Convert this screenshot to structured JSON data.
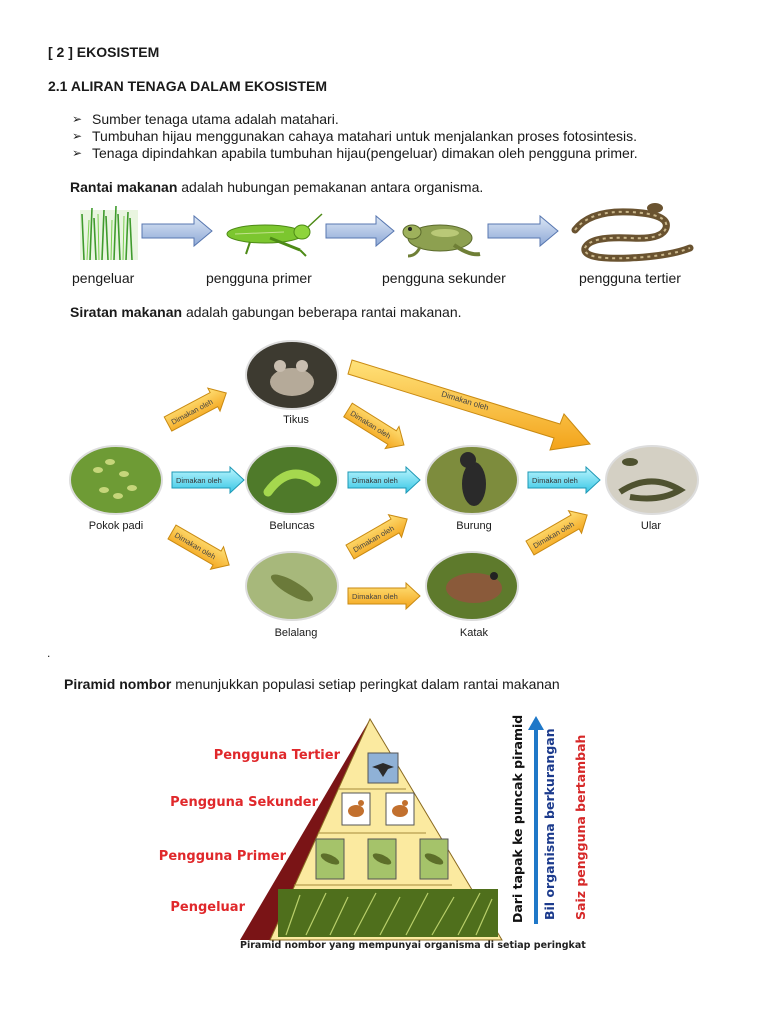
{
  "section_title": "[ 2 ]  EKOSISTEM",
  "subsection_title": "2.1  ALIRAN TENAGA DALAM EKOSISTEM",
  "bullets": [
    "Sumber tenaga utama adalah matahari.",
    "Tumbuhan hijau menggunakan cahaya matahari untuk menjalankan proses fotosintesis.",
    "Tenaga dipindahkan apabila tumbuhan hijau(pengeluar) dimakan oleh pengguna primer."
  ],
  "rantai": {
    "term": "Rantai makanan",
    "definition": " adalah hubungan pemakanan antara organisma.",
    "labels": [
      "pengeluar",
      "pengguna primer",
      "pengguna sekunder",
      "pengguna tertier"
    ]
  },
  "siratan": {
    "term": "Siratan makanan",
    "definition": " adalah gabungan beberapa rantai makanan.",
    "organisms": {
      "tikus": "Tikus",
      "padi": "Pokok padi",
      "beluncas": "Beluncas",
      "burung": "Burung",
      "ular": "Ular",
      "belalang": "Belalang",
      "katak": "Katak"
    },
    "arrow_label": "Dimakan oleh"
  },
  "stray_mark": ".",
  "piramid": {
    "term": "Piramid nombor",
    "definition": " menunjukkan populasi setiap peringkat dalam rantai makanan",
    "levels": [
      "Pengguna Tertier",
      "Pengguna Sekunder",
      "Pengguna Primer",
      "Pengeluar"
    ],
    "caption": "Piramid nombor yang mempunyai organisma di setiap peringkat",
    "vertical_1": "Dari tapak ke puncak piramid",
    "vertical_2": "Bil organisma berkurangan",
    "vertical_3": "Saiz pengguna bertambah",
    "colors": {
      "level_red": "#e0282b",
      "vertical_blue": "#1b3a8c",
      "vertical_red": "#d62828",
      "pyramid_fill": "#fbeaa0"
    }
  }
}
